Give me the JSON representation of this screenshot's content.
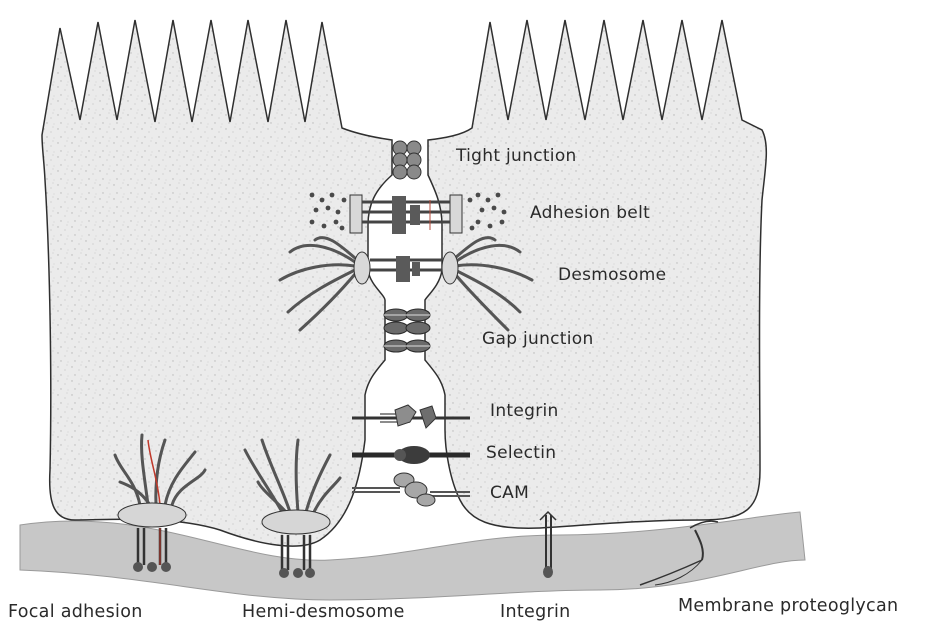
{
  "labels": {
    "tight_junction": "Tight junction",
    "adhesion_belt": "Adhesion belt",
    "desmosome": "Desmosome",
    "gap_junction": "Gap junction",
    "integrin": "Integrin",
    "selectin": "Selectin",
    "cam": "CAM",
    "focal_adhesion": "Focal adhesion",
    "hemi_desmosome": "Hemi-desmosome",
    "integrin_bottom": "Integrin",
    "membrane_proteoglycan": "Membrane proteoglycan"
  },
  "colors": {
    "cell_fill": "#e9e9e9",
    "cell_outline": "#2f2f2f",
    "membrane": "#c9c9c9",
    "filament": "#555555",
    "junction_dark": "#505050",
    "red_fibre": "#c0392b"
  }
}
